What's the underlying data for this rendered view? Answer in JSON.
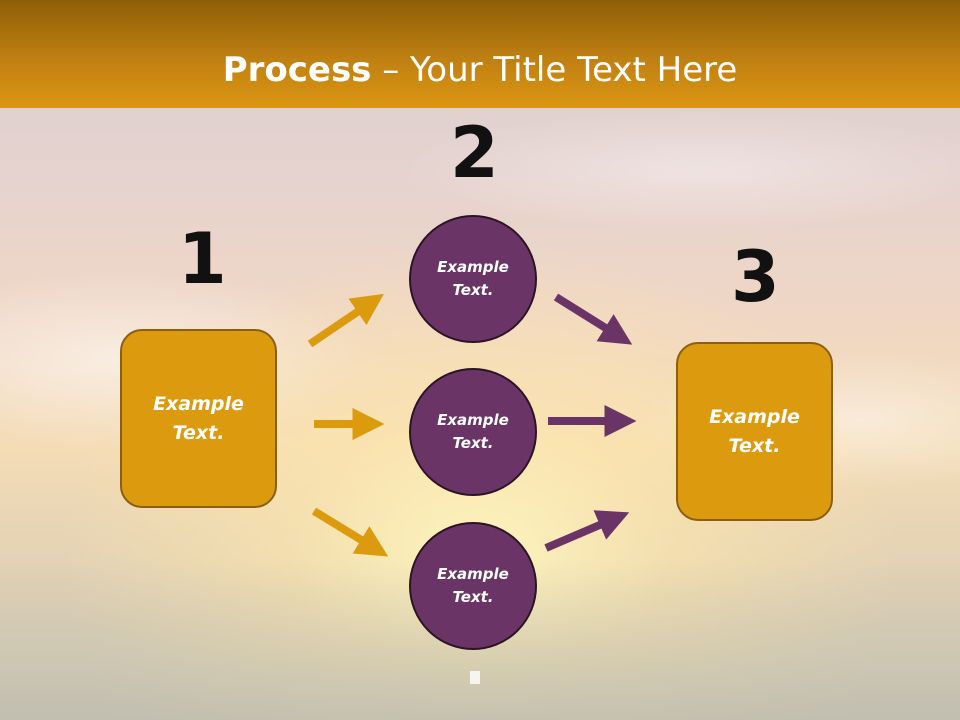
{
  "slide": {
    "title_bold": "Process",
    "title_rest": " – Your Title Text Here"
  },
  "steps": [
    {
      "number": "1",
      "text_line1": "Example",
      "text_line2": "Text."
    },
    {
      "number": "2",
      "items": [
        {
          "text_line1": "Example",
          "text_line2": "Text."
        },
        {
          "text_line1": "Example",
          "text_line2": "Text."
        },
        {
          "text_line1": "Example",
          "text_line2": "Text."
        }
      ]
    },
    {
      "number": "3",
      "text_line1": "Example",
      "text_line2": "Text."
    }
  ],
  "colors": {
    "header": "#c08012",
    "box_fill": "#dc9a0e",
    "box_border": "#8a5f12",
    "circle_fill": "#6a3566",
    "orange_arrow": "#dc9a0e",
    "purple_arrow": "#6a3566"
  }
}
